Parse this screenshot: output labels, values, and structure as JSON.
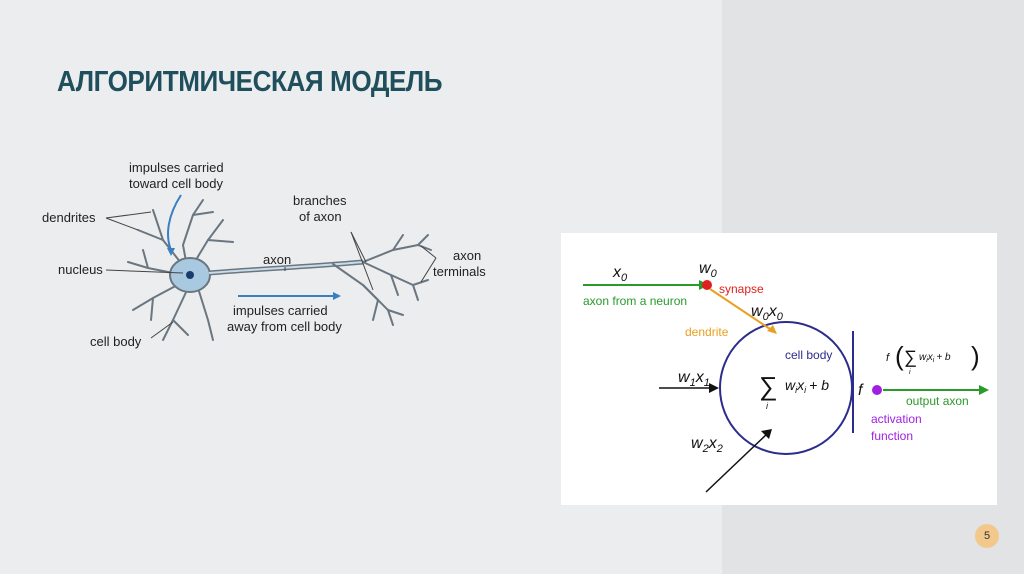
{
  "slide": {
    "title": "АЛГОРИТМИЧЕСКАЯ МОДЕЛЬ",
    "page_number": "5"
  },
  "neuron_figure": {
    "labels": {
      "impulses_toward_1": "impulses carried",
      "impulses_toward_2": "toward cell body",
      "dendrites": "dendrites",
      "branches_1": "branches",
      "branches_2": "of axon",
      "nucleus": "nucleus",
      "axon": "axon",
      "axon_terminals_1": "axon",
      "axon_terminals_2": "terminals",
      "impulses_away_1": "impulses carried",
      "impulses_away_2": "away from cell body",
      "cell_body": "cell body"
    }
  },
  "model_figure": {
    "labels": {
      "x0": "x",
      "x0_sub": "0",
      "w0": "w",
      "w0_sub": "0",
      "synapse": "synapse",
      "axon_from_neuron": "axon from a neuron",
      "w0x0": "w",
      "w0x0_sub1": "0",
      "w0x0_x": "x",
      "w0x0_sub2": "0",
      "dendrite": "dendrite",
      "cell_body": "cell body",
      "w1x1": "w",
      "w1x1_sub1": "1",
      "w1x1_x": "x",
      "w1x1_sub2": "1",
      "sum_expr": "w",
      "sum_i": "i",
      "sum_xi": "x",
      "sum_b": "+ b",
      "f_label": "f",
      "f_out": "f",
      "f_out_expr": "w",
      "f_out_b": "+ b",
      "output_axon": "output axon",
      "activation": "activation",
      "function": "function",
      "w2x2": "w",
      "w2x2_sub1": "2",
      "w2x2_x": "x",
      "w2x2_sub2": "2"
    },
    "colors": {
      "synapse_dot": "#e02020",
      "axon_in": "#2a9a2a",
      "dendrite": "#e8a020",
      "output_dot": "#a020e0",
      "output_arrow": "#2a9a2a",
      "circle": "#2c2c8c"
    }
  }
}
